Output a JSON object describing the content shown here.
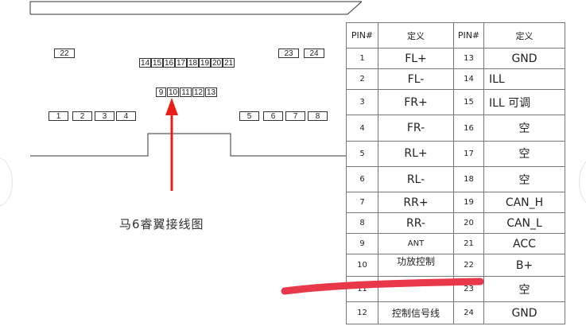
{
  "connector": {
    "caption": "马6睿翼接线图",
    "pins_top_left": [
      "22"
    ],
    "pins_top_right": [
      "23",
      "24"
    ],
    "pins_row_upper": [
      "14",
      "15",
      "16",
      "17",
      "18",
      "19",
      "20",
      "21"
    ],
    "pins_row_middle": [
      "9",
      "10",
      "11",
      "12",
      "13"
    ],
    "pins_bottom_left": [
      "1",
      "2",
      "3",
      "4"
    ],
    "pins_bottom_right": [
      "5",
      "6",
      "7",
      "8"
    ],
    "arrow_color": "#e8201c"
  },
  "pin_table": {
    "headers": [
      "PIN#",
      "定义",
      "PIN#",
      "定义"
    ],
    "rows": [
      {
        "pin_a": "1",
        "def_a": "FL+",
        "pin_b": "13",
        "def_b": "GND"
      },
      {
        "pin_a": "2",
        "def_a": "FL-",
        "pin_b": "14",
        "def_b": "ILL"
      },
      {
        "pin_a": "3",
        "def_a": "FR+",
        "pin_b": "15",
        "def_b": "ILL 可调"
      },
      {
        "pin_a": "4",
        "def_a": "FR-",
        "pin_b": "16",
        "def_b": "空"
      },
      {
        "pin_a": "5",
        "def_a": "RL+",
        "pin_b": "17",
        "def_b": "空"
      },
      {
        "pin_a": "6",
        "def_a": "RL-",
        "pin_b": "18",
        "def_b": "空"
      },
      {
        "pin_a": "7",
        "def_a": "RR+",
        "pin_b": "19",
        "def_b": "CAN_H"
      },
      {
        "pin_a": "8",
        "def_a": "RR-",
        "pin_b": "20",
        "def_b": "CAN_L"
      },
      {
        "pin_a": "9",
        "def_a": "ANT",
        "pin_b": "21",
        "def_b": "ACC"
      },
      {
        "pin_a": "10",
        "def_a": "功放控制",
        "pin_b": "22",
        "def_b": "B+"
      },
      {
        "pin_a": "11",
        "def_a": "",
        "pin_b": "23",
        "def_b": "空"
      },
      {
        "pin_a": "12",
        "def_a": "控制信号线",
        "pin_b": "24",
        "def_b": "GND"
      }
    ]
  },
  "overlay": {
    "scribble_color": "#e8384a"
  }
}
